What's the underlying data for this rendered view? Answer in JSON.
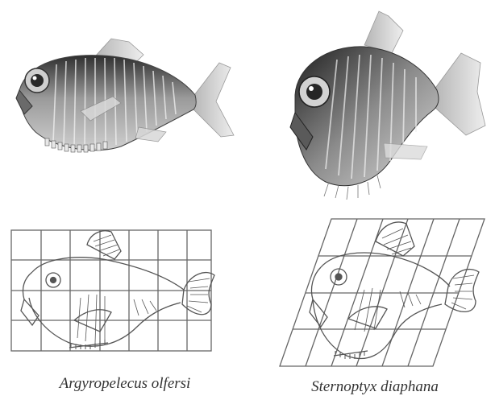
{
  "captions": {
    "left_species": "Argyropelecus olfersi",
    "right_species": "Sternoptyx diaphana"
  },
  "colors": {
    "grid": "#666666",
    "outline": "#555555",
    "fish_dark": "#3a3a3a",
    "fish_mid": "#8a8a8a",
    "fish_light": "#d6d6d6"
  },
  "icons": [
    "fish-illustration",
    "coordinate-grid"
  ]
}
